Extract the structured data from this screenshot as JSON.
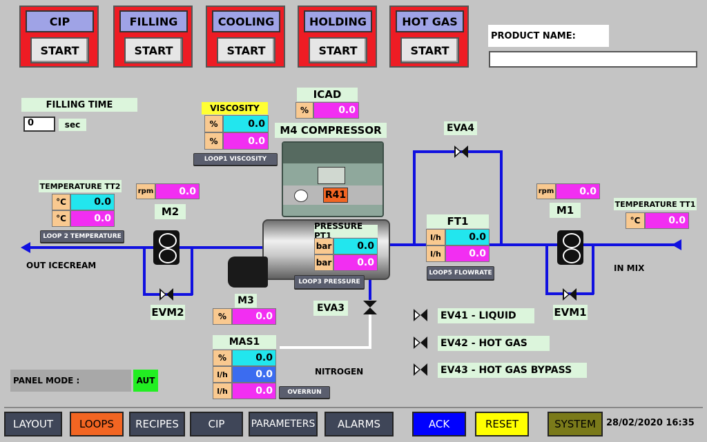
{
  "modes": [
    {
      "title": "CIP",
      "start": "START"
    },
    {
      "title": "FILLING",
      "start": "START"
    },
    {
      "title": "COOLING",
      "start": "START"
    },
    {
      "title": "HOLDING",
      "start": "START"
    },
    {
      "title": "HOT GAS",
      "start": "START"
    }
  ],
  "product": {
    "label": "PRODUCT NAME:",
    "value": ""
  },
  "filling_time": {
    "label": "FILLING TIME",
    "value": "0",
    "unit": "sec"
  },
  "viscosity": {
    "label": "VISCOSITY",
    "unit1": "%",
    "val1": "0.0",
    "unit2": "%",
    "val2": "0.0",
    "button": "LOOP1 VISCOSITY"
  },
  "icad": {
    "label": "ICAD",
    "unit": "%",
    "val": "0.0"
  },
  "compressor": {
    "label": "M4 COMPRESSOR",
    "badge": "R41"
  },
  "tt2": {
    "label": "TEMPERATURE TT2",
    "unit1": "°C",
    "val1": "0.0",
    "unit2": "°C",
    "val2": "0.0",
    "button": "LOOP 2 TEMPERATURE"
  },
  "m2": {
    "label": "M2",
    "unit": "rpm",
    "val": "0.0"
  },
  "m1": {
    "label": "M1",
    "unit": "rpm",
    "val": "0.0"
  },
  "tt1": {
    "label": "TEMPERATURE TT1",
    "unit": "°C",
    "val": "0.0"
  },
  "eva4": {
    "label": "EVA4"
  },
  "ft1": {
    "label": "FT1",
    "unit1": "l/h",
    "val1": "0.0",
    "unit2": "l/h",
    "val2": "0.0",
    "button": "LOOP5 FLOWRATE"
  },
  "pt1": {
    "label": "PRESSURE PT1",
    "unit1": "bar",
    "val1": "0.0",
    "unit2": "bar",
    "val2": "0.0",
    "button": "LOOP3 PRESSURE"
  },
  "out_icecream": "OUT ICECREAM",
  "in_mix": "IN MIX",
  "evm2": "EVM2",
  "evm1": "EVM1",
  "eva3": "EVA3",
  "m3": {
    "label": "M3",
    "unit": "%",
    "val": "0.0"
  },
  "mas1": {
    "label": "MAS1",
    "unit1": "%",
    "val1": "0.0",
    "unit2": "l/h",
    "val2": "0.0",
    "unit3": "l/h",
    "val3": "0.0",
    "button": "OVERRUN"
  },
  "nitrogen": "NITROGEN",
  "ev41": "EV41 - LIQUID",
  "ev42": "EV42 - HOT GAS",
  "ev43": "EV43 - HOT GAS BYPASS",
  "panel_mode": {
    "label": "PANEL MODE :",
    "value": "AUT"
  },
  "nav": {
    "layout": "LAYOUT",
    "loops": "LOOPS",
    "recipes": "RECIPES",
    "cip": "CIP",
    "parameters": "PARAMETERS",
    "alarms": "ALARMS",
    "ack": "ACK",
    "reset": "RESET",
    "system": "SYSTEM"
  },
  "datetime": "28/02/2020 16:35",
  "colors": {
    "pipe": "#1010e0",
    "mode_bg": "#ee1c24",
    "loops_active": "#f26522",
    "ack": "#0000ff",
    "reset": "#ffff00",
    "system": "#7a7a1a",
    "aut": "#22ee22"
  }
}
